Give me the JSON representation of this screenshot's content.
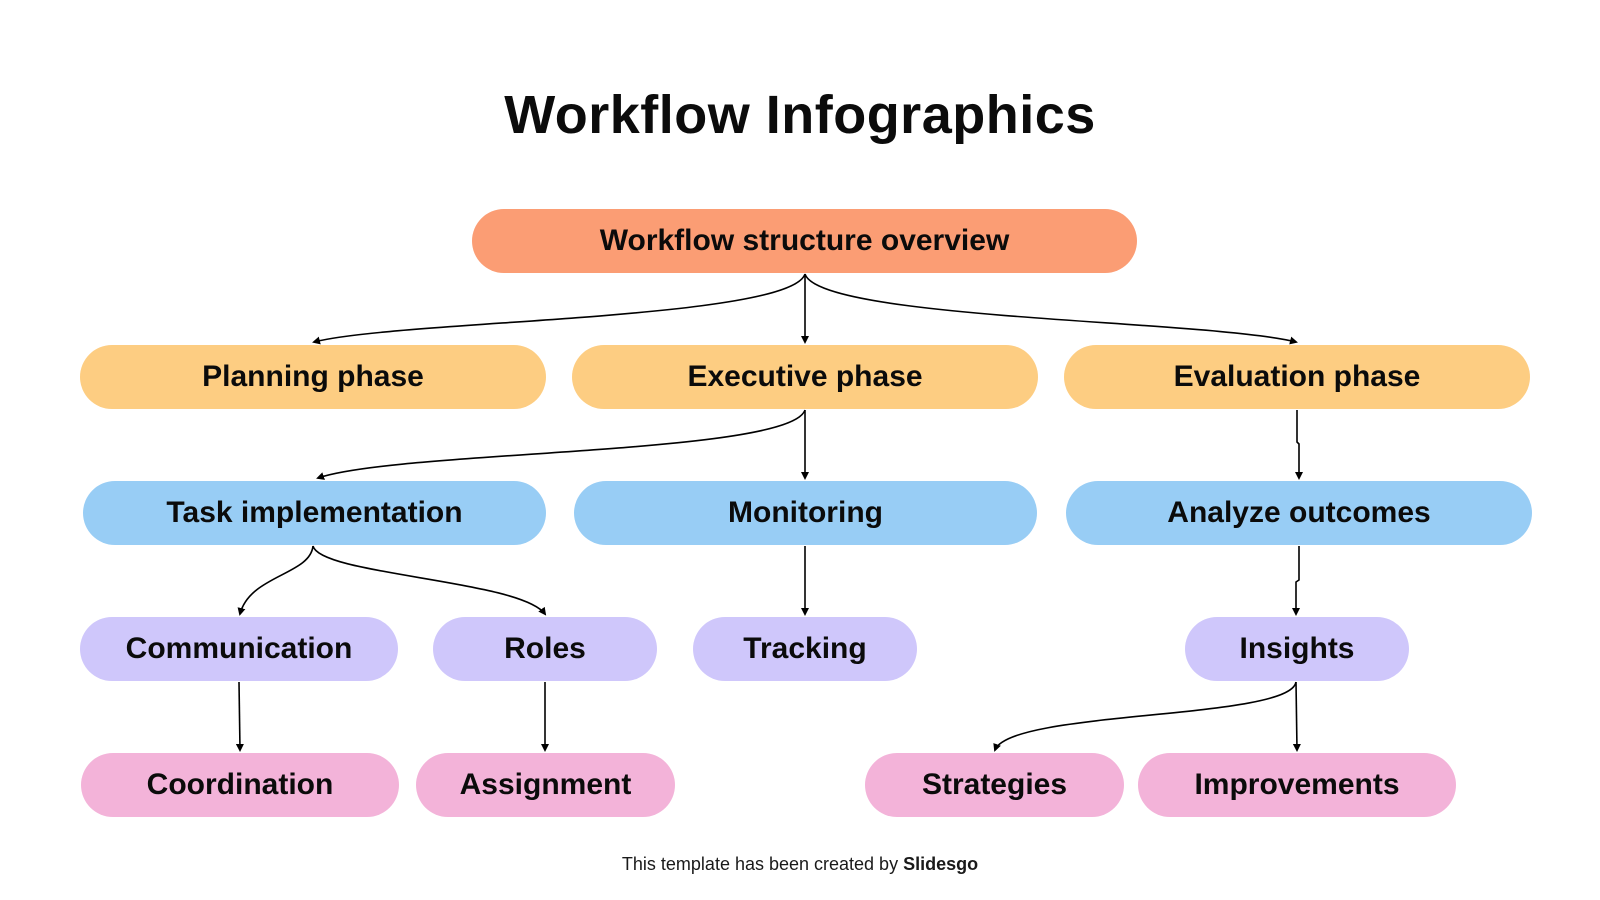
{
  "title": "Workflow Infographics",
  "colors": {
    "root": "#fb9d74",
    "phase": "#fdcd82",
    "step": "#98cdf5",
    "sub": "#cfc7fb",
    "leaf": "#f3b3d9",
    "connector": "#000000"
  },
  "root": {
    "label": "Workflow structure overview"
  },
  "phases": [
    {
      "label": "Planning phase"
    },
    {
      "label": "Executive phase"
    },
    {
      "label": "Evaluation phase"
    }
  ],
  "steps": [
    {
      "label": "Task implementation"
    },
    {
      "label": "Monitoring"
    },
    {
      "label": "Analyze outcomes"
    }
  ],
  "subs": [
    {
      "label": "Communication"
    },
    {
      "label": "Roles"
    },
    {
      "label": "Tracking"
    },
    {
      "label": "Insights"
    }
  ],
  "leaves": [
    {
      "label": "Coordination"
    },
    {
      "label": "Assignment"
    },
    {
      "label": "Strategies"
    },
    {
      "label": "Improvements"
    }
  ],
  "footer": {
    "text": "This template has been created by ",
    "brand": "Slidesgo"
  }
}
